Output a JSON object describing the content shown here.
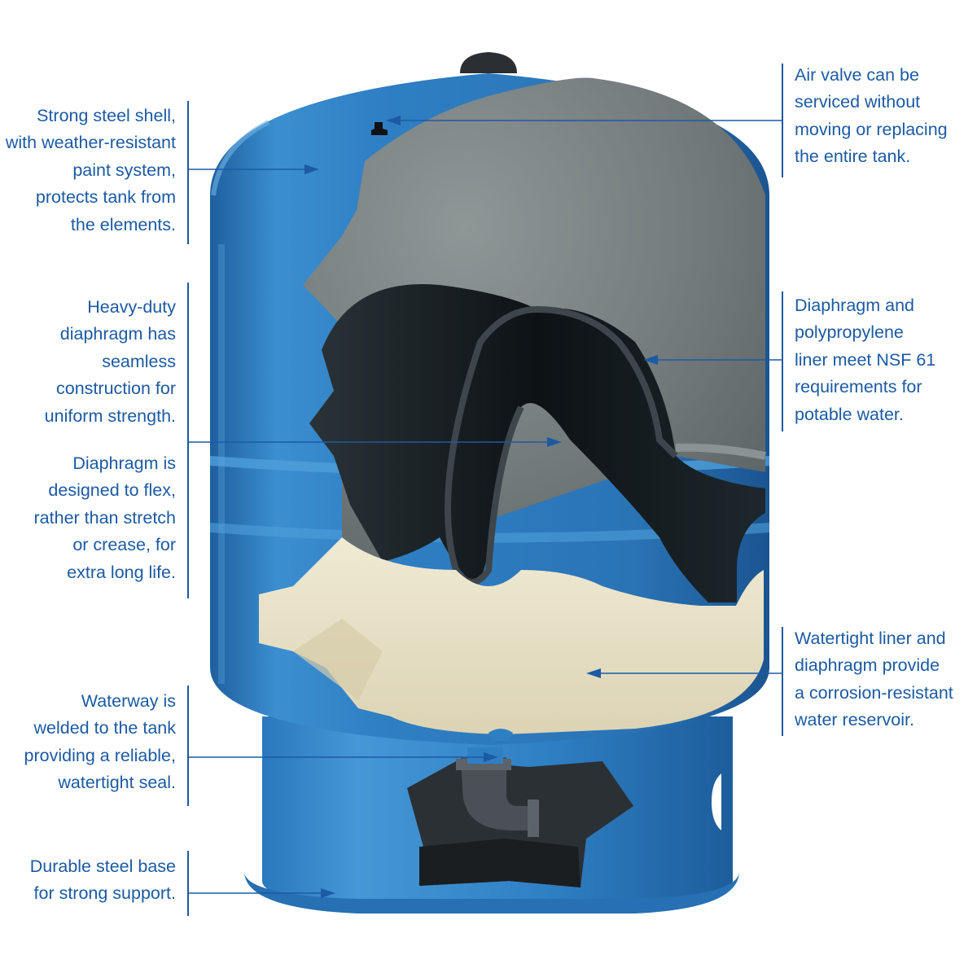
{
  "colors": {
    "label": "#1c5aa3",
    "line": "#1c5aa3",
    "shell": "#2f7fc4",
    "shell_dark": "#1d5e9c",
    "shell_light": "#5aa6de",
    "gray_interior": "#7d8585",
    "diaphragm": "#141a1e",
    "liner": "#e9e2c9"
  },
  "callouts": {
    "steel_shell": "Strong steel shell,\nwith weather-resistant\npaint system,\nprotects tank from\nthe elements.",
    "heavy_duty": "Heavy-duty\ndiaphragm has\nseamless\nconstruction for\nuniform strength.",
    "flex": "Diaphragm is\ndesigned to flex,\nrather than stretch\nor crease, for\nextra long life.",
    "waterway": "Waterway is\nwelded to the tank\nproviding a reliable,\nwatertight seal.",
    "base": "Durable steel base\nfor strong support.",
    "air_valve": "Air valve can be\nserviced without\nmoving or replacing\nthe entire tank.",
    "nsf": "Diaphragm and\npolypropylene\nliner meet NSF 61\nrequirements for\npotable water.",
    "liner": "Watertight liner and\ndiaphragm provide\na corrosion-resistant\nwater reservoir."
  }
}
